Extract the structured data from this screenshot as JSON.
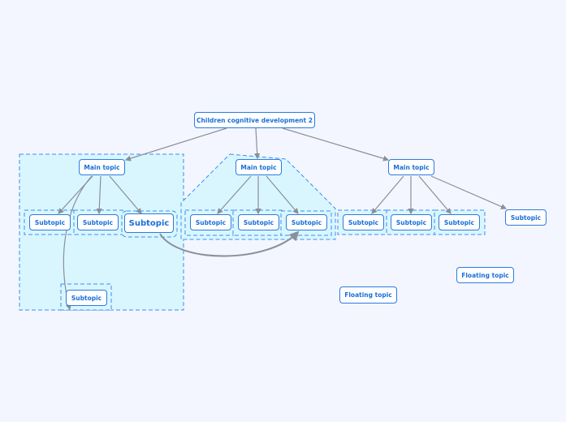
{
  "root": {
    "label": "Children cognitive development 2"
  },
  "main_topics": [
    {
      "label": "Main topic"
    },
    {
      "label": "Main topic"
    },
    {
      "label": "Main topic"
    }
  ],
  "subtopics": [
    {
      "label": "Subtopic"
    },
    {
      "label": "Subtopic"
    },
    {
      "label": "Subtopic"
    },
    {
      "label": "Subtopic"
    },
    {
      "label": "Subtopic"
    },
    {
      "label": "Subtopic"
    },
    {
      "label": "Subtopic"
    },
    {
      "label": "Subtopic"
    },
    {
      "label": "Subtopic"
    },
    {
      "label": "Subtopic"
    },
    {
      "label": "Subtopic"
    }
  ],
  "floating": [
    {
      "label": "Floating topic"
    },
    {
      "label": "Floating topic"
    }
  ],
  "colors": {
    "node_border": "#2d7be0",
    "boundary_fill": "#d9f6ff",
    "line": "#8a8f99"
  }
}
